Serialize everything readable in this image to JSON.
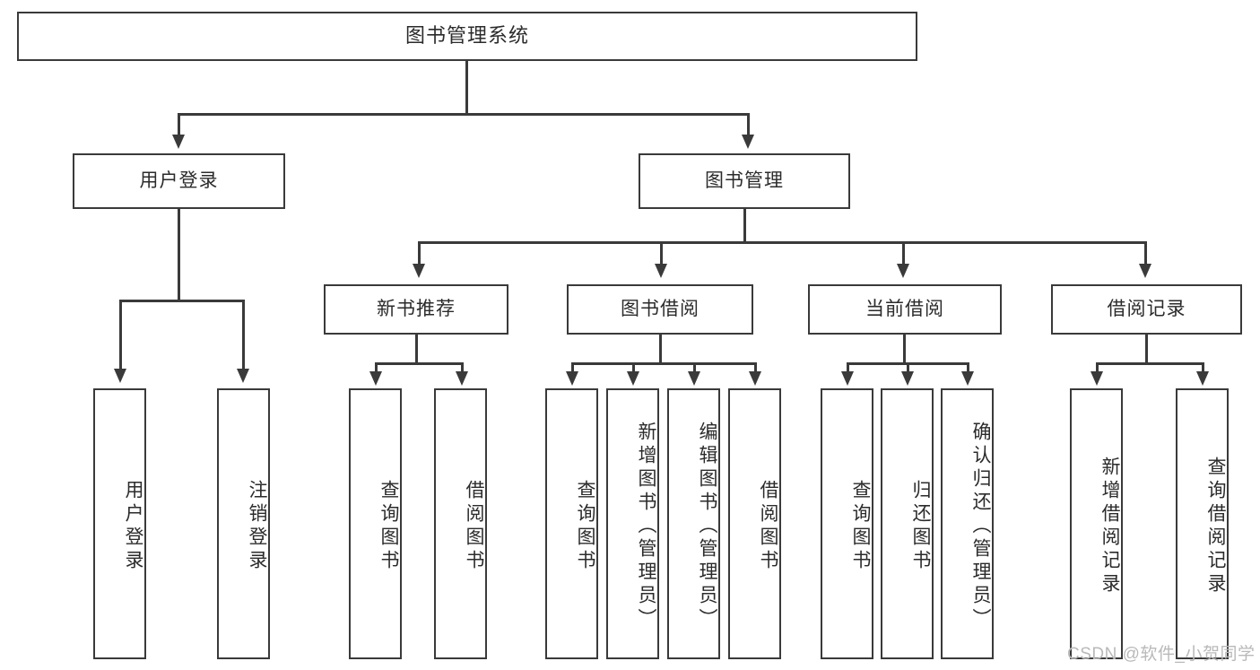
{
  "diagram": {
    "title": "图书管理系统",
    "watermark": "CSDN @软件_小贺同学",
    "stroke_color": "#3a3a3a",
    "text_color": "#2b2b2b",
    "background_color": "#ffffff",
    "levels": {
      "level1": [
        {
          "id": "root",
          "label": "图书管理系统"
        }
      ],
      "level2": [
        {
          "id": "user-login",
          "label": "用户登录"
        },
        {
          "id": "book-management",
          "label": "图书管理"
        }
      ],
      "level3": [
        {
          "id": "new-book-recommend",
          "label": "新书推荐"
        },
        {
          "id": "book-borrow",
          "label": "图书借阅"
        },
        {
          "id": "current-borrow",
          "label": "当前借阅"
        },
        {
          "id": "borrow-record",
          "label": "借阅记录"
        }
      ],
      "leaves": {
        "user_login": [
          {
            "id": "leaf-user-login",
            "label": "用户登录"
          },
          {
            "id": "leaf-logout-login",
            "label": "注销登录"
          }
        ],
        "new_book_recommend": [
          {
            "id": "leaf-query-book-1",
            "label": "查询图书"
          },
          {
            "id": "leaf-borrow-book-1",
            "label": "借阅图书"
          }
        ],
        "book_borrow": [
          {
            "id": "leaf-query-book-2",
            "label": "查询图书"
          },
          {
            "id": "leaf-add-book",
            "label": "新增图书（管理员）"
          },
          {
            "id": "leaf-edit-book",
            "label": "编辑图书（管理员）"
          },
          {
            "id": "leaf-borrow-book-2",
            "label": "借阅图书"
          }
        ],
        "current_borrow": [
          {
            "id": "leaf-query-book-3",
            "label": "查询图书"
          },
          {
            "id": "leaf-return-book",
            "label": "归还图书"
          },
          {
            "id": "leaf-confirm-return",
            "label": "确认归还（管理员）"
          }
        ],
        "borrow_record": [
          {
            "id": "leaf-add-record",
            "label": "新增借阅记录"
          },
          {
            "id": "leaf-query-record",
            "label": "查询借阅记录"
          }
        ]
      }
    }
  }
}
